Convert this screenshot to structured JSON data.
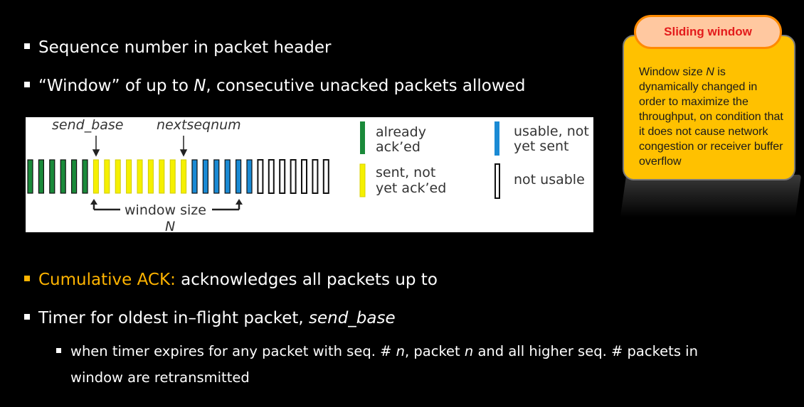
{
  "bullets": {
    "b1": "Sequence number in packet header",
    "b2_pre": "“Window” of up to ",
    "b2_var": "N",
    "b2_post": ", consecutive unacked packets allowed",
    "b3_hl": "Cumulative ACK",
    "b3_colon": ":",
    "b3_rest": " acknowledges all packets up to",
    "b4_pre": "Timer for oldest in–flight packet, ",
    "b4_var": "send_base",
    "sub_1": "when timer expires for any packet with seq. # ",
    "sub_n1": "n",
    "sub_2": ", packet ",
    "sub_n2": "n",
    "sub_3": " and all higher seq. # packets in window are retransmitted"
  },
  "diagram": {
    "send_base_label": "send_base",
    "nextseqnum_label": "nextseqnum",
    "window_size_label": "window size",
    "window_var": "N",
    "packets": {
      "acked": 6,
      "sent_not_acked": 9,
      "usable_not_sent": 6,
      "not_usable": 7
    },
    "legend": {
      "acked_line1": "already",
      "acked_line2": "ack’ed",
      "sent_line1": "sent, not",
      "sent_line2": "yet ack’ed",
      "usable_line1": "usable, not",
      "usable_line2": "yet sent",
      "not_usable": "not usable"
    },
    "colors": {
      "acked": "#1a8a3a",
      "sent": "#f5f000",
      "usable": "#1a8ad4",
      "not_usable": "#ffffff"
    }
  },
  "callout": {
    "title": "Sliding window",
    "text_pre": "Window size ",
    "text_var": "N",
    "text_post": " is dynamically changed in order to maximize the throughput, on condition that it does not cause network congestion or receiver buffer overflow"
  }
}
